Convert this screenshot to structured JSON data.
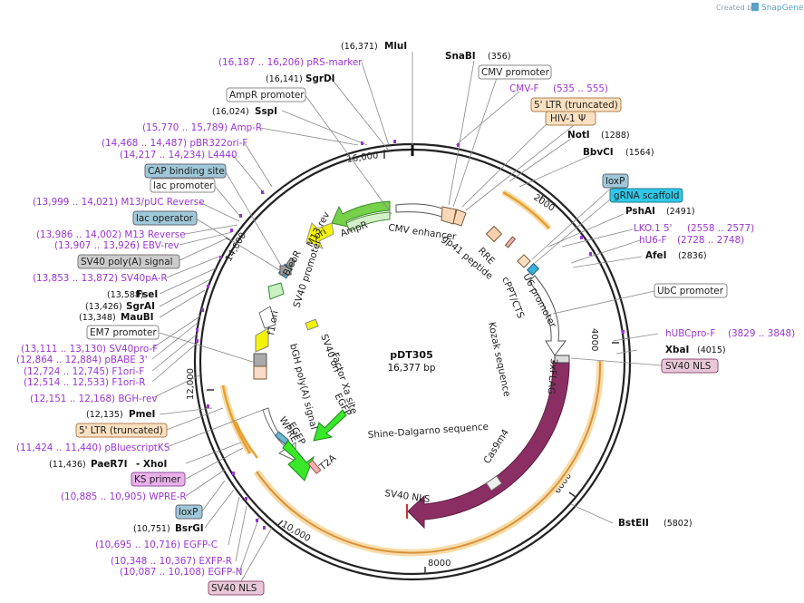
{
  "credit": {
    "created_by": "Created by",
    "brand": "SnapGene"
  },
  "plasmid": {
    "name": "pDT305",
    "length": "16,377 bp"
  },
  "ticks": [
    "16,000",
    "2000",
    "4000",
    "6000",
    "8000",
    "10,000",
    "12,000",
    "14,000"
  ],
  "sites": [
    {
      "text": "(16,371)",
      "bold": "MluI"
    },
    {
      "text": "(356)",
      "bold": "SnaBI"
    },
    {
      "text": "(16,141)",
      "bold": "SgrDI"
    },
    {
      "text": "(16,024)",
      "bold": "SspI"
    },
    {
      "text": "(1288)",
      "bold": "NotI"
    },
    {
      "text": "(1564)",
      "bold": "BbvCI"
    },
    {
      "text": "(2491)",
      "bold": "PshAI"
    },
    {
      "text": "(2836)",
      "bold": "AfeI"
    },
    {
      "text": "(4015)",
      "bold": "XbaI"
    },
    {
      "text": "(5802)",
      "bold": "BstEII"
    },
    {
      "text": "(13,588)",
      "bold": "FseI"
    },
    {
      "text": "(13,426)",
      "bold": "SgrAI"
    },
    {
      "text": "(13,348)",
      "bold": "MauBI"
    },
    {
      "text": "(12,135)",
      "bold": "PmeI"
    },
    {
      "text": "(11,436)",
      "bold": "PaeR7I"
    },
    {
      "text": "- XhoI",
      "bold": ""
    },
    {
      "text": "(10,751)",
      "bold": "BsrGI"
    }
  ],
  "primers": [
    "(16,187 .. 16,206)  pRS-marker",
    "(15,770 .. 15,789)  Amp-R",
    "(14,468 .. 14,487)  pBR322ori-F",
    "(14,217 .. 14,234)  L4440",
    "(13,999 .. 14,021)  M13/pUC Reverse",
    "(13,986 .. 14,002)  M13 Reverse",
    "(13,907 .. 13,926)  EBV-rev",
    "(13,853 .. 13,872)  SV40pA-R",
    "(13,111 .. 13,130)  SV40pro-F",
    "(12,864 .. 12,884)  pBABE 3'",
    "(12,724 .. 12,745)  F1ori-F",
    "(12,514 .. 12,533)  F1ori-R",
    "(12,151 .. 12,168)  BGH-rev",
    "(11,424 .. 11,440)  pBluescriptKS",
    "(10,885 .. 10,905)  WPRE-R",
    "(10,695 .. 10,716)  EGFP-C",
    "(10,348 .. 10,367)  EXFP-R",
    "(10,087 .. 10,108)  EGFP-N",
    "CMV-F",
    "(535 .. 555)",
    "LKO.1 5'",
    "(2558 .. 2577)",
    "hU6-F",
    "(2728 .. 2748)",
    "hUBCpro-F",
    "(3829 .. 3848)"
  ],
  "boxes": [
    "AmpR promoter",
    "CAP binding site",
    "lac promoter",
    "lac operator",
    "SV40 poly(A) signal",
    "EM7 promoter",
    "5' LTR (truncated)",
    "KS primer",
    "loxP",
    "SV40 NLS",
    "CMV promoter",
    "5' LTR (truncated)",
    "HIV-1 Ψ",
    "loxP",
    "gRNA scaffold",
    "UbC promoter",
    "SV40 NLS"
  ],
  "features": [
    "AmpR",
    "CMV enhancer",
    "RRE",
    "gp41 peptide",
    "cPPT/CTS",
    "U6 promoter",
    "ori",
    "M13 rev",
    "BleoR",
    "SV40 promoter",
    "SV40 ori",
    "f1 ori",
    "Kozak sequence",
    "3xFLAG",
    "Cas9m4",
    "SV40 NLS",
    "bGH poly(A) signal",
    "Factor Xa site",
    "WPRE",
    "EGFP",
    "EGFP",
    "T2A",
    "Shine-Dalgarno sequence"
  ]
}
